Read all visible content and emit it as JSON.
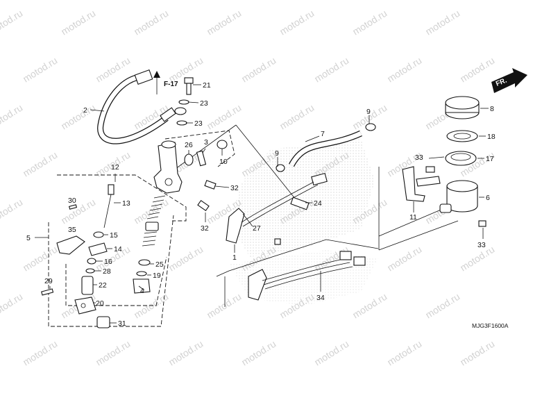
{
  "watermark": "motod.ru",
  "drawing_code": "MJG3F1600A",
  "reference": "F-17",
  "direction_label": "FR.",
  "callouts": {
    "c1": "1",
    "c2": "2",
    "c3": "3",
    "c4": "4",
    "c5": "5",
    "c6": "6",
    "c7": "7",
    "c8": "8",
    "c9a": "9",
    "c9b": "9",
    "c10": "10",
    "c11": "11",
    "c12": "12",
    "c13": "13",
    "c14": "14",
    "c15": "15",
    "c16": "16",
    "c17": "17",
    "c18": "18",
    "c19": "19",
    "c20": "20",
    "c21": "21",
    "c22": "22",
    "c23a": "23",
    "c23b": "23",
    "c24": "24",
    "c25": "25",
    "c26": "26",
    "c27": "27",
    "c28": "28",
    "c29": "29",
    "c30": "30",
    "c31": "31",
    "c32a": "32",
    "c32b": "32",
    "c33a": "33",
    "c33b": "33",
    "c34": "34",
    "c35": "35"
  }
}
